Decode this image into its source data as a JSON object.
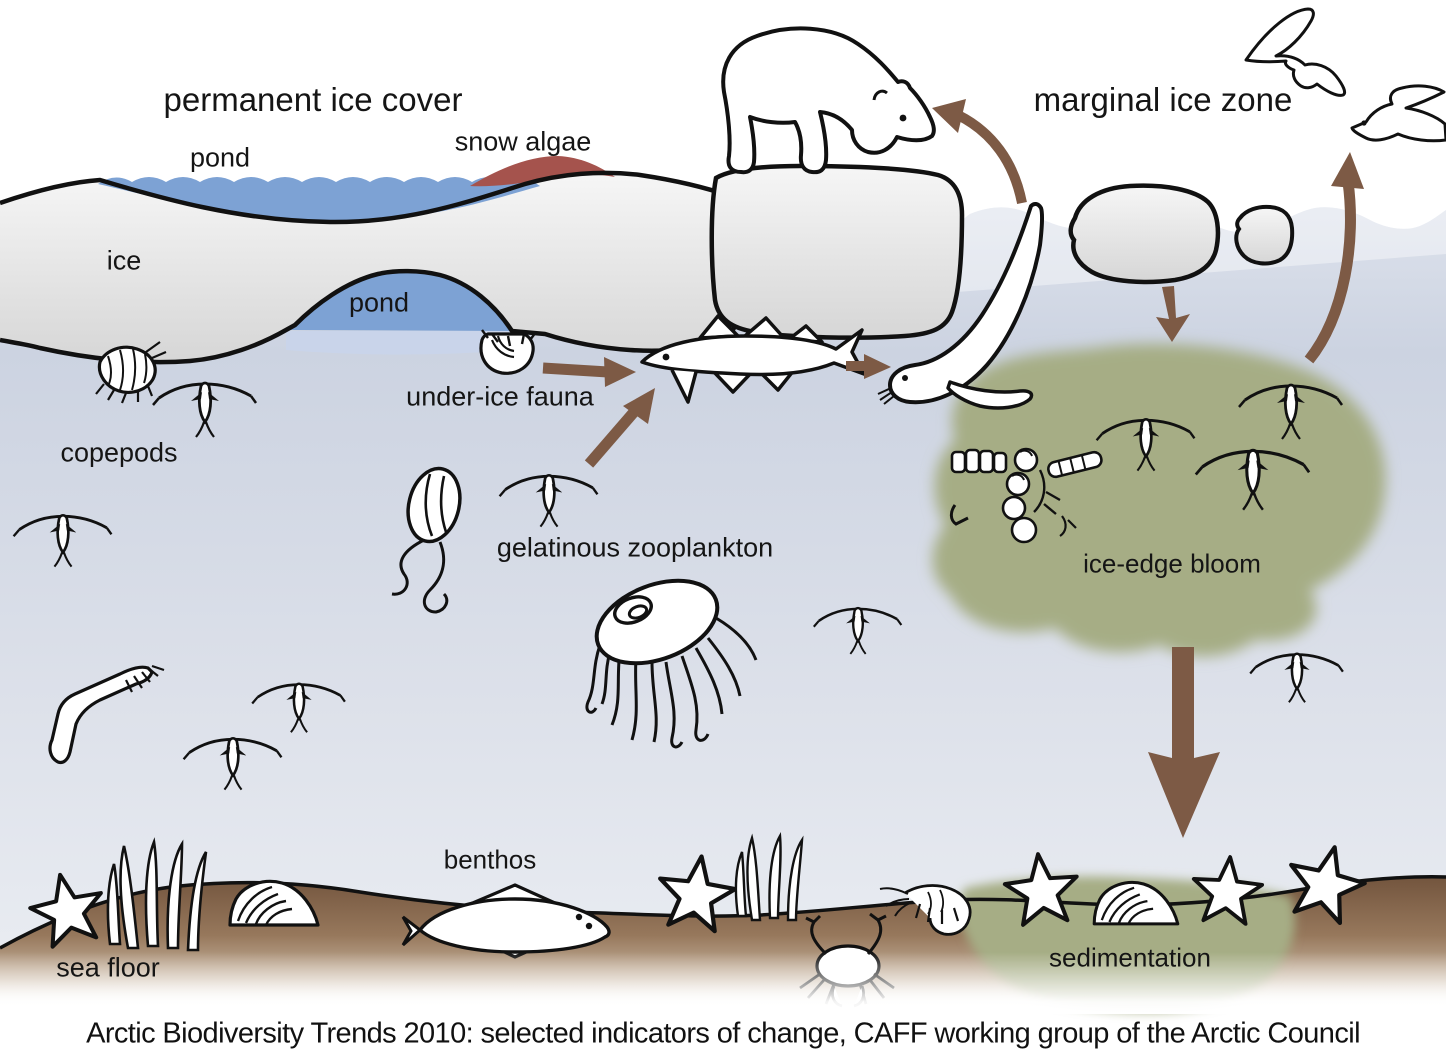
{
  "diagram": {
    "title_left": "permanent ice cover",
    "title_right": "marginal ice zone",
    "labels": {
      "pond1": "pond",
      "snow_algae": "snow algae",
      "ice": "ice",
      "pond2": "pond",
      "under_ice_fauna": "under-ice fauna",
      "copepods": "copepods",
      "gelatinous_zooplankton": "gelatinous zooplankton",
      "ice_edge_bloom": "ice-edge bloom",
      "benthos": "benthos",
      "sea_floor": "sea floor",
      "sedimentation": "sedimentation"
    },
    "caption": "Arctic Biodiversity Trends 2010: selected indicators of change, CAFF working group of the Arctic Council",
    "colors": {
      "pond_blue": "#7da2d4",
      "pond_shallow": "#c9d4ea",
      "snow_algae_red": "#a5534d",
      "bloom_green": "#a6ad85",
      "sediment_green": "#a6ad85",
      "arrow_brown": "#7d5a45",
      "ice_grey_top": "#f4f4f4",
      "ice_grey_bottom": "#d7d7d7",
      "water_top": "#ccd3e1",
      "water_bottom": "#ebeef3",
      "seafloor_brown": "#72543d",
      "outline_black": "#111111"
    },
    "creatures": [
      "polar-bear",
      "ringed-seal",
      "arctic-cod",
      "seabird",
      "jellyfish",
      "ctenophore",
      "copepod",
      "amphipod",
      "krill",
      "diatom-plankton",
      "sea-star",
      "mussel",
      "tube-worms",
      "flatfish",
      "crab",
      "shrimp"
    ]
  }
}
